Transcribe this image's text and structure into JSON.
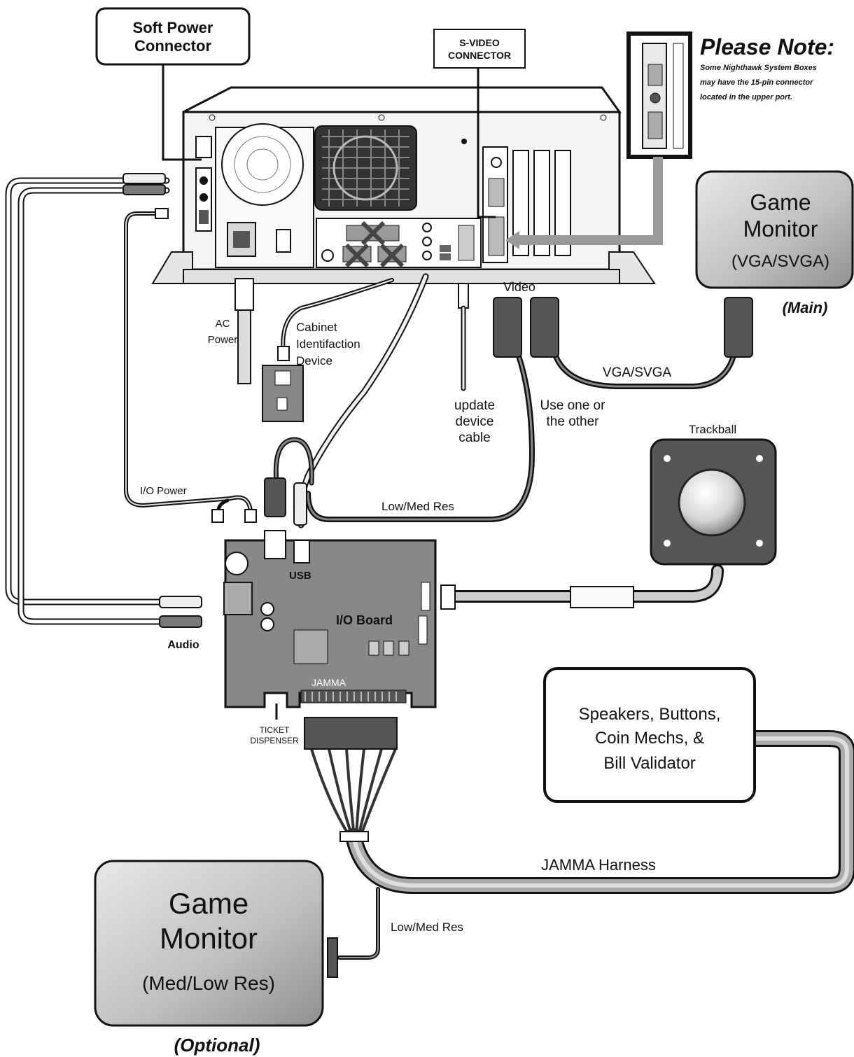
{
  "callouts": {
    "soft_power": [
      "Soft Power",
      "Connector"
    ],
    "s_video": [
      "S-VIDEO",
      "CONNECTOR"
    ],
    "note_title": "Please Note:",
    "note_lines": [
      "Some Nighthawk System Boxes",
      "may have the 15-pin connector",
      "located in the upper port."
    ]
  },
  "game_monitor_main": {
    "title": [
      "Game",
      "Monitor"
    ],
    "subtitle": "(VGA/SVGA)",
    "caption": "(Main)"
  },
  "game_monitor_optional": {
    "title": [
      "Game",
      "Monitor"
    ],
    "subtitle": "(Med/Low Res)",
    "caption": "(Optional)"
  },
  "labels": {
    "ac_power": [
      "AC",
      "Power"
    ],
    "cabinet_id": [
      "Cabinet",
      "Identifaction",
      "Device"
    ],
    "update_cable": [
      "update",
      "device",
      "cable"
    ],
    "video": "Video",
    "use_one": [
      "Use one or",
      "the other"
    ],
    "vga_svga": "VGA/SVGA",
    "trackball": "Trackball",
    "io_power": "I/O Power",
    "low_med_res_top": "Low/Med Res",
    "usb": "USB",
    "io_board": "I/O Board",
    "jamma": "JAMMA",
    "audio": "Audio",
    "ticket": [
      "TICKET",
      "DISPENSER"
    ],
    "jamma_harness": "JAMMA Harness",
    "low_med_res_bottom": "Low/Med Res"
  },
  "peripherals_box": [
    "Speakers, Buttons,",
    "Coin Mechs, &",
    "Bill Validator"
  ]
}
